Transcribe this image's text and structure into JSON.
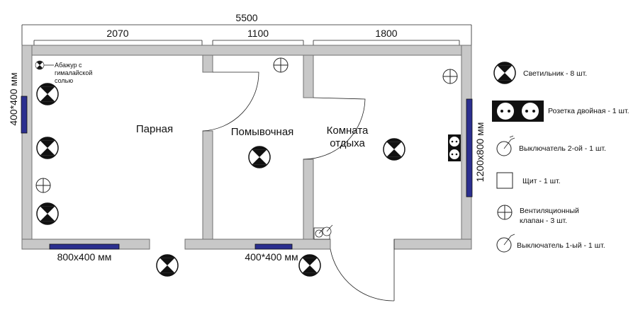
{
  "dimensions": {
    "total": "5500",
    "left": "2070",
    "middle": "1100",
    "right": "1800"
  },
  "rooms": {
    "steam": "Парная",
    "wash": "Помывочная",
    "rest_line1": "Комната",
    "rest_line2": "отдыха"
  },
  "windows": {
    "left": "400*400 мм",
    "bottom_left": "800x400 мм",
    "bottom_middle": "400*400 мм",
    "right": "1200x800 мм"
  },
  "lamp_note": {
    "line1": "Абажур с",
    "line2": "гималайской",
    "line3": "солью"
  },
  "legend": {
    "lamp": "Светильник - 8 шт.",
    "socket": "Розетка двойная - 1 шт.",
    "switch2": "Выключатель 2-ой - 1 шт.",
    "panel": "Щит - 1 шт.",
    "vent_line1": "Вентиляционный",
    "vent_line2": "клапан - 3 шт.",
    "switch1": "Выключатель 1-ый - 1 шт."
  },
  "colors": {
    "wall": "#c8c8c8",
    "window": "#2b2f8f"
  }
}
